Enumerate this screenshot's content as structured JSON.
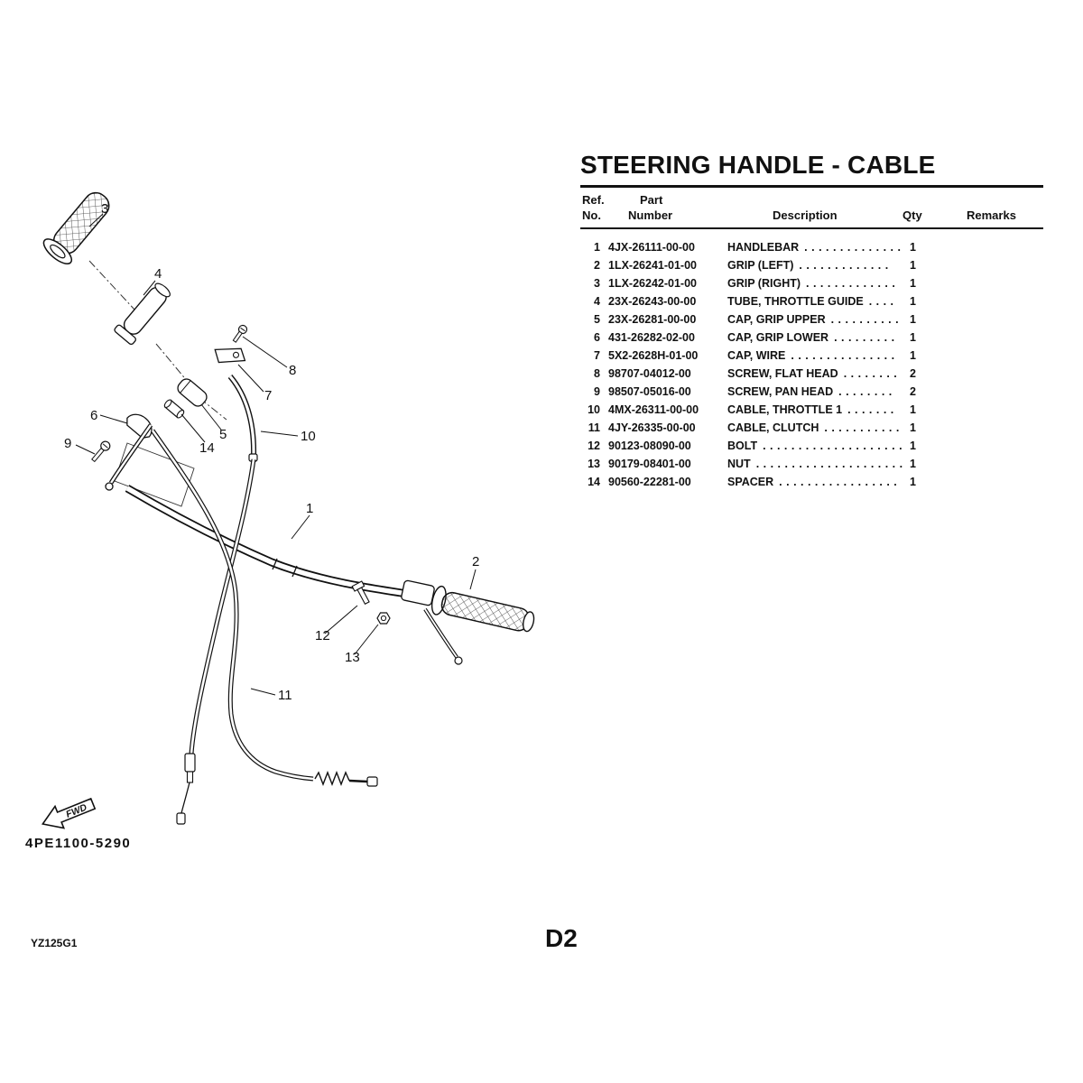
{
  "page": {
    "title": "STEERING HANDLE - CABLE",
    "drawing_number": "4PE1100-5290",
    "model_code": "YZ125G1",
    "page_number": "D2"
  },
  "diagram": {
    "fwd_label": "FWD",
    "callouts": [
      "1",
      "2",
      "3",
      "4",
      "5",
      "6",
      "7",
      "8",
      "9",
      "10",
      "11",
      "12",
      "13",
      "14"
    ]
  },
  "table": {
    "headers": {
      "ref_line1": "Ref.",
      "ref_line2": "No.",
      "part_line1": "Part",
      "part_line2": "Number",
      "description": "Description",
      "qty": "Qty",
      "remarks": "Remarks"
    },
    "rows": [
      {
        "ref": "1",
        "part_number": "4JX-26111-00-00",
        "description": "HANDLEBAR",
        "dots": ". . . . . . . . . . . . . .",
        "qty": "1",
        "remarks": ""
      },
      {
        "ref": "2",
        "part_number": "1LX-26241-01-00",
        "description": "GRIP (LEFT)",
        "dots": ". . . . . . . . . . . . .",
        "qty": "1",
        "remarks": ""
      },
      {
        "ref": "3",
        "part_number": "1LX-26242-01-00",
        "description": "GRIP (RIGHT)",
        "dots": ". . . . . . . . . . . . .",
        "qty": "1",
        "remarks": ""
      },
      {
        "ref": "4",
        "part_number": "23X-26243-00-00",
        "description": "TUBE, THROTTLE GUIDE",
        "dots": ". . . .",
        "qty": "1",
        "remarks": ""
      },
      {
        "ref": "5",
        "part_number": "23X-26281-00-00",
        "description": "CAP, GRIP UPPER",
        "dots": ". . . . . . . . . .",
        "qty": "1",
        "remarks": ""
      },
      {
        "ref": "6",
        "part_number": "431-26282-02-00",
        "description": "CAP, GRIP LOWER",
        "dots": ". . . . . . . . .",
        "qty": "1",
        "remarks": ""
      },
      {
        "ref": "7",
        "part_number": "5X2-2628H-01-00",
        "description": "CAP, WIRE",
        "dots": ". . . . . . . . . . . . . . .",
        "qty": "1",
        "remarks": ""
      },
      {
        "ref": "8",
        "part_number": "98707-04012-00",
        "description": "SCREW, FLAT HEAD",
        "dots": ". . . . . . . .",
        "qty": "2",
        "remarks": ""
      },
      {
        "ref": "9",
        "part_number": "98507-05016-00",
        "description": "SCREW, PAN HEAD",
        "dots": ". . . . . . . .",
        "qty": "2",
        "remarks": ""
      },
      {
        "ref": "10",
        "part_number": "4MX-26311-00-00",
        "description": "CABLE, THROTTLE 1",
        "dots": ". . . . . . .",
        "qty": "1",
        "remarks": ""
      },
      {
        "ref": "11",
        "part_number": "4JY-26335-00-00",
        "description": "CABLE, CLUTCH",
        "dots": ". . . . . . . . . . .",
        "qty": "1",
        "remarks": ""
      },
      {
        "ref": "12",
        "part_number": "90123-08090-00",
        "description": "BOLT",
        "dots": ". . . . . . . . . . . . . . . . . . . .",
        "qty": "1",
        "remarks": ""
      },
      {
        "ref": "13",
        "part_number": "90179-08401-00",
        "description": "NUT",
        "dots": ". . . . . . . . . . . . . . . . . . . . .",
        "qty": "1",
        "remarks": ""
      },
      {
        "ref": "14",
        "part_number": "90560-22281-00",
        "description": "SPACER",
        "dots": ". . . . . . . . . . . . . . . . .",
        "qty": "1",
        "remarks": ""
      }
    ]
  }
}
